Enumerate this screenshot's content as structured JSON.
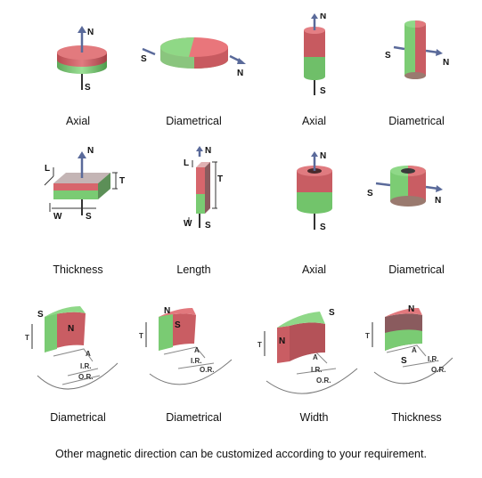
{
  "captions": {
    "row1": [
      "Axial",
      "Diametrical",
      "Axial",
      "Diametrical"
    ],
    "row2": [
      "Thickness",
      "Length",
      "Axial",
      "Diametrical"
    ],
    "row3": [
      "Diametrical",
      "Diametrical",
      "Width",
      "Thickness"
    ]
  },
  "pole_labels": {
    "north": "N",
    "south": "S"
  },
  "dimension_labels": {
    "length": "L",
    "thickness": "T",
    "width": "W",
    "angle": "A",
    "inner_radius": "I.R.",
    "outer_radius": "O.R."
  },
  "footer": "Other magnetic direction can be customized according to your requirement.",
  "colors": {
    "north_pole": "#d9686c",
    "south_pole": "#7fcf7a",
    "arrow": "#5a6a9a",
    "background": "#ffffff"
  }
}
